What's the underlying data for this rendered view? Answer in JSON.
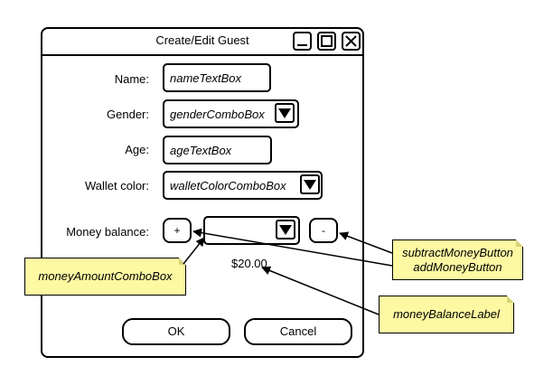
{
  "window": {
    "title": "Create/Edit Guest",
    "controls": [
      "minimize-icon",
      "maximize-icon",
      "close-icon"
    ]
  },
  "form": {
    "name_label": "Name:",
    "name_value": "nameTextBox",
    "gender_label": "Gender:",
    "gender_value": "genderComboBox",
    "age_label": "Age:",
    "age_value": "ageTextBox",
    "wallet_label": "Wallet color:",
    "wallet_value": "walletColorComboBox",
    "money_label": "Money balance:",
    "add_label": "+",
    "amount_value": "",
    "subtract_label": "-",
    "balance_value": "$20.00",
    "ok_label": "OK",
    "cancel_label": "Cancel"
  },
  "annotations": {
    "money_amount": "moneyAmountComboBox",
    "subtract_button": "subtractMoneyButton",
    "add_button": "addMoneyButton",
    "balance_label": "moneyBalanceLabel",
    "note_color": "#fdf8a2"
  }
}
